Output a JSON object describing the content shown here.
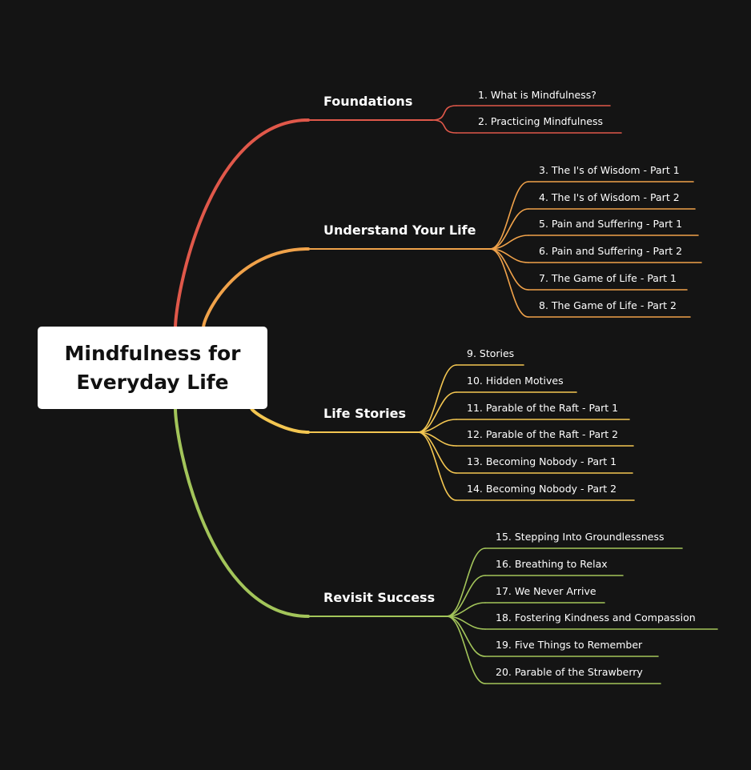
{
  "root": {
    "title": "Mindfulness for Everyday Life"
  },
  "branches": [
    {
      "label": "Foundations",
      "color": "#e0584a",
      "items": [
        "1. What is Mindfulness?",
        "2. Practicing Mindfulness"
      ]
    },
    {
      "label": "Understand Your Life",
      "color": "#f0a24a",
      "items": [
        "3. The I's of Wisdom - Part 1",
        "4. The I's of Wisdom - Part 2",
        "5. Pain and Suffering - Part 1",
        "6. Pain and Suffering - Part 2",
        "7. The Game of Life - Part 1",
        "8. The Game of Life - Part 2"
      ]
    },
    {
      "label": "Life Stories",
      "color": "#f3c651",
      "items": [
        "9. Stories",
        "10. Hidden Motives",
        "11. Parable of the Raft - Part 1",
        "12. Parable of the Raft - Part 2",
        "13. Becoming Nobody - Part 1",
        "14. Becoming Nobody - Part 2"
      ]
    },
    {
      "label": "Revisit Success",
      "color": "#a3c55a",
      "items": [
        "15. Stepping Into Groundlessness",
        "16. Breathing to Relax",
        "17. We Never Arrive",
        "18. Fostering Kindness and Compassion",
        "19. Five Things to Remember",
        "20. Parable of the Strawberry"
      ]
    }
  ]
}
